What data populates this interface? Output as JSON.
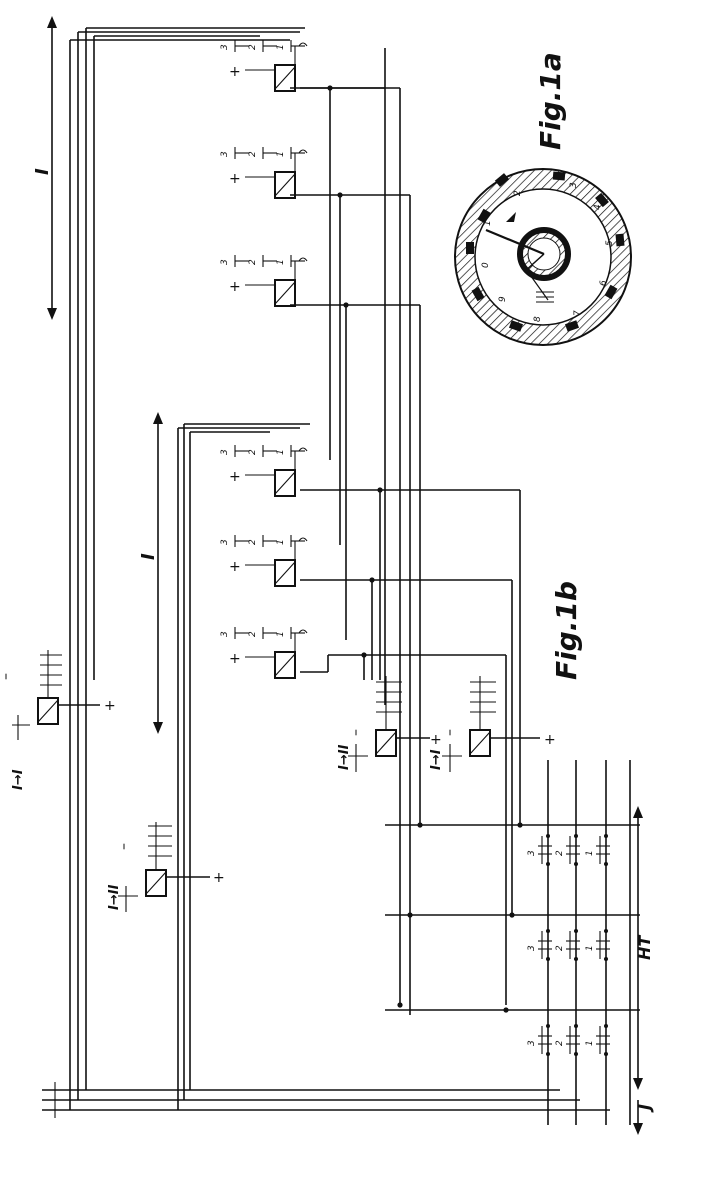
{
  "figures": {
    "fig1a": "Fig.1a",
    "fig1b": "Fig.1b"
  },
  "group_labels": {
    "upper": "I",
    "lower": "I"
  },
  "relay_labels": {
    "left_upper": "I→I",
    "left_lower": "I→II",
    "mid_1": "I→II",
    "mid_2": "I→I"
  },
  "bus_labels": {
    "ht": "HT",
    "j": "J"
  },
  "contact_numbers": [
    "3",
    "2",
    "1"
  ],
  "switch_numbers": [
    "3",
    "2",
    "1"
  ],
  "dial_numbers": [
    "1",
    "2",
    "3",
    "4",
    "5",
    "6",
    "7",
    "8",
    "9",
    "0"
  ],
  "plus": "+",
  "minus": "–"
}
